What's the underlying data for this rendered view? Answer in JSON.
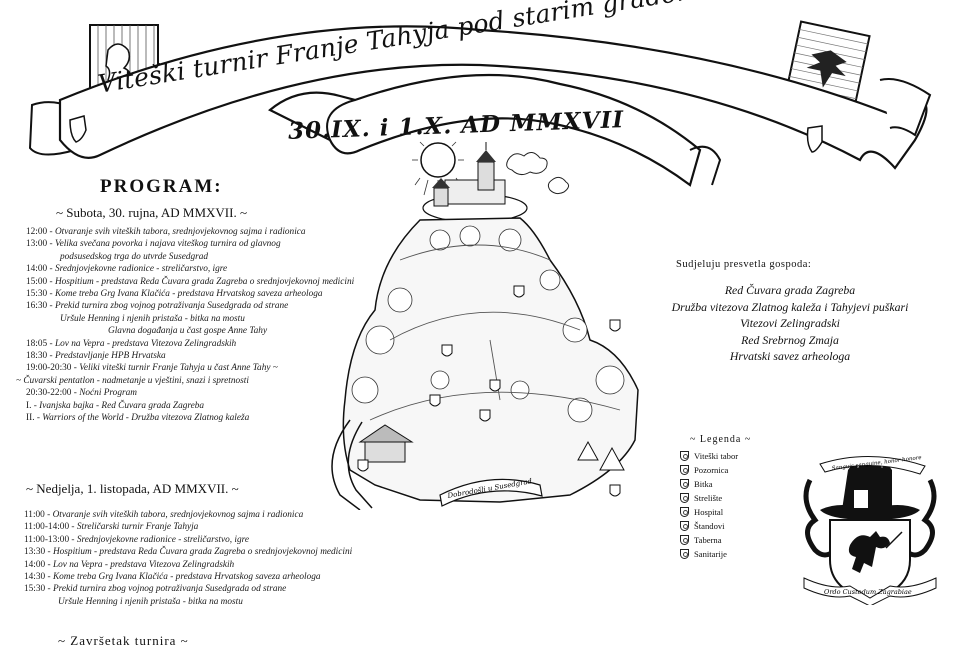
{
  "banner": {
    "title": "Viteški turnir Franje Tahyja pod starim gradom Susedgradom",
    "date": "30.IX. i 1.X. AD MMXVII"
  },
  "program": {
    "heading": "PROGRAM:",
    "day1": {
      "heading": "~ Subota, 30. rujna, AD MMXVII. ~",
      "items": [
        {
          "time": "12:00",
          "text": "Otvaranje svih viteških tabora, srednjovjekovnog sajma i radionica"
        },
        {
          "time": "13:00",
          "text": "Velika svečana povorka i najava viteškog turnira od glavnog"
        },
        {
          "time": "",
          "text": "podsusedskog trga do utvrde Susedgrad"
        },
        {
          "time": "14:00",
          "text": "Srednjovjekovne radionice - streličarstvo, igre"
        },
        {
          "time": "15:00",
          "text": "Hospitium - predstava Reda Čuvara grada Zagreba o srednjovjekovnoj medicini"
        },
        {
          "time": "15:30",
          "text": "Kome treba Grg Ivana Klačića - predstava Hrvatskog saveza arheologa"
        },
        {
          "time": "16:30",
          "text": "Prekid turnira zbog vojnog potraživanja Susedgrada od strane"
        },
        {
          "time": "",
          "text": "Uršule Henning i njenih pristaša - bitka na mostu"
        },
        {
          "time": "",
          "text": "Glavna događanja u čast gospe Anne Tahy"
        },
        {
          "time": "18:05",
          "text": "Lov na Vepra - predstava Vitezova Zelingradskih"
        },
        {
          "time": "18:30",
          "text": "Predstavljanje HPB Hrvatska"
        },
        {
          "time": "19:00-20:30",
          "text": "Veliki viteški turnir Franje Tahyja u čast Anne Tahy ~"
        },
        {
          "time": "",
          "text": "~ Čuvarski pentatlon - nadmetanje u vještini, snazi i spretnosti"
        },
        {
          "time": "20:30-22:00",
          "text": "Noćni Program"
        },
        {
          "time": "I.",
          "text": "Ivanjska bajka - Red Čuvara grada Zagreba"
        },
        {
          "time": "II.",
          "text": "Warriors of the World - Družba vitezova Zlatnog kaleža"
        }
      ]
    },
    "day2": {
      "heading": "~ Nedjelja, 1. listopada, AD MMXVII. ~",
      "items": [
        {
          "time": "11:00",
          "text": "Otvaranje svih viteških tabora, srednjovjekovnog sajma i radionica"
        },
        {
          "time": "11:00-14:00",
          "text": "Streličarski turnir Franje Tahyja"
        },
        {
          "time": "11:00-13:00",
          "text": "Srednjovjekovne radionice - streličarstvo, igre"
        },
        {
          "time": "13:30",
          "text": "Hospitium - predstava Reda Čuvara grada Zagreba o srednjovjekovnoj medicini"
        },
        {
          "time": "14:00",
          "text": "Lov na Vepra - predstava Vitezova Zelingradskih"
        },
        {
          "time": "14:30",
          "text": "Kome treba Grg Ivana Klačića - predstava Hrvatskog saveza arheologa"
        },
        {
          "time": "15:30",
          "text": "Prekid turnira zbog vojnog potraživanja Susedgrada od strane"
        },
        {
          "time": "",
          "text": "Uršule Henning i njenih pristaša - bitka na mostu"
        }
      ]
    },
    "closing": "~ Završetak turnira ~"
  },
  "participants": {
    "heading": "Sudjeluju presvetla gospoda:",
    "items": [
      "Red Čuvara grada Zagreba",
      "Družba vitezova Zlatnog kaleža i Tahyjevi puškari",
      "Vitezovi Zelingradski",
      "Red Srebrnog Zmaja",
      "Hrvatski savez arheologa"
    ]
  },
  "legend": {
    "title": "~ Legenda ~",
    "items": [
      "Viteški tabor",
      "Pozornica",
      "Bitka",
      "Strelište",
      "Hospital",
      "Štandovi",
      "Taberna",
      "Sanitarije"
    ]
  },
  "map": {
    "ribbon_label": "Dobrodošli u Susedgrad"
  },
  "coat_of_arms": {
    "motto_top": "Sanguis sanguine, honor honore",
    "motto_bottom": "Ordo Custodum Zagrabiae"
  }
}
